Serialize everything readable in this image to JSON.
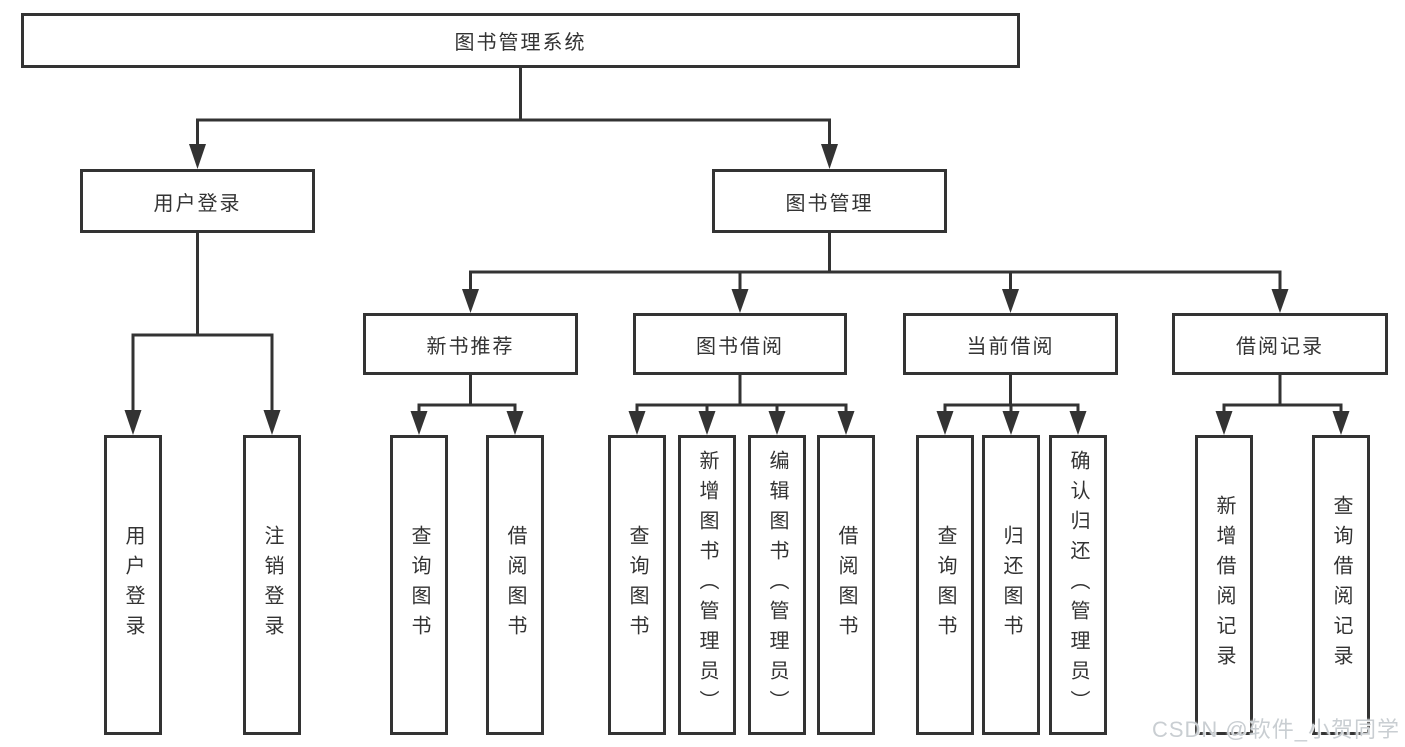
{
  "root": {
    "label": "图书管理系统"
  },
  "level2": {
    "user_login": {
      "label": "用户登录",
      "children": [
        "用户登录",
        "注销登录"
      ]
    },
    "book_management": {
      "label": "图书管理"
    }
  },
  "level3": {
    "new_book_recommend": {
      "label": "新书推荐",
      "children": [
        "查询图书",
        "借阅图书"
      ]
    },
    "book_borrow": {
      "label": "图书借阅",
      "children": [
        "查询图书",
        "新增图书（管理员）",
        "编辑图书（管理员）",
        "借阅图书"
      ]
    },
    "current_borrow": {
      "label": "当前借阅",
      "children": [
        "查询图书",
        "归还图书",
        "确认归还（管理员）"
      ]
    },
    "borrow_records": {
      "label": "借阅记录",
      "children": [
        "新增借阅记录",
        "查询借阅记录"
      ]
    }
  },
  "watermark": {
    "text": "CSDN @软件_小贺同学"
  },
  "colors": {
    "line": "#333333",
    "text": "#333333",
    "background": "#ffffff",
    "watermark": "#c9ced2"
  }
}
